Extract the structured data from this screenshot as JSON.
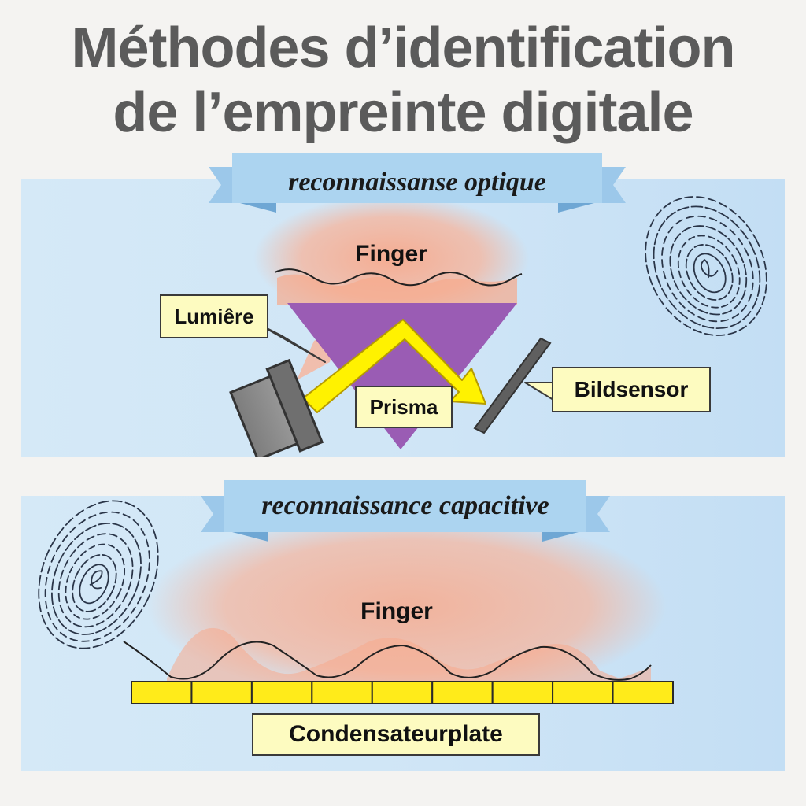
{
  "title": {
    "line1": "Méthodes d’identification",
    "line2": "de l’empreinte digitale"
  },
  "optical": {
    "heading": "reconnaissanse optique",
    "finger_label": "Finger",
    "light_label": "Lumiêre",
    "prism_label": "Prisma",
    "sensor_label": "Bildsensor"
  },
  "capacitive": {
    "heading": "reconnaissance capacitive",
    "finger_label": "Finger",
    "plate_label": "Condensateurplate",
    "plate_cells": 9
  },
  "colors": {
    "title": "#5b5b5b",
    "panel": "#d3e8f7",
    "ribbon": "#a9d2ef",
    "finger": "#f7b49b",
    "prism": "#9a5cb4",
    "light_beam": "#fff200",
    "plate": "#ffeb1a",
    "label_bg": "#fdfbc0",
    "sensor": "#5f5f5f",
    "light_source": "#8a8a8a"
  },
  "icons": [
    "fingerprint-icon"
  ]
}
